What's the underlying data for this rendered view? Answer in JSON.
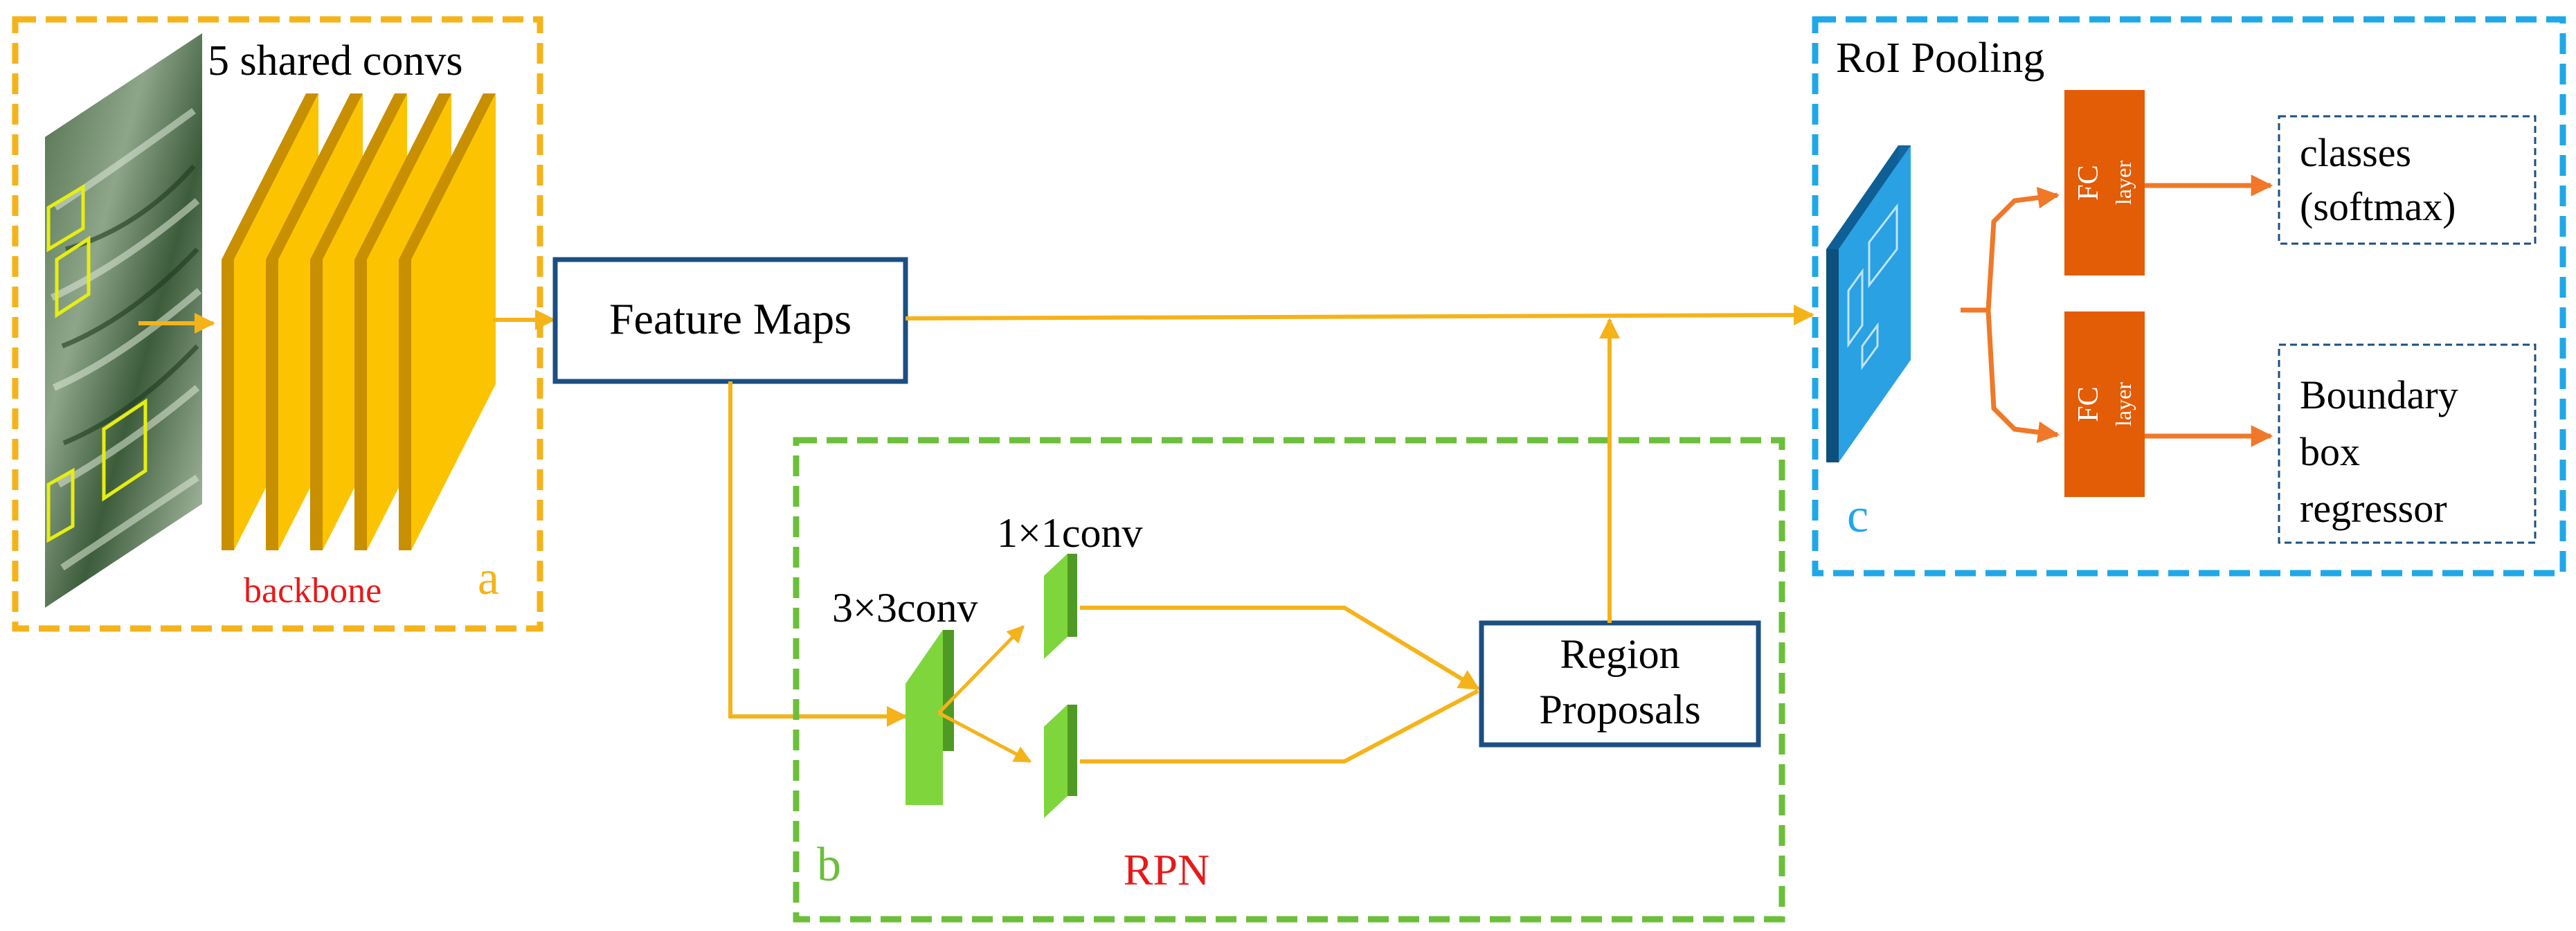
{
  "backbone_group": {
    "title": "5 shared convs",
    "name": "backbone",
    "letter": "a"
  },
  "feature_maps": {
    "label": "Feature Maps"
  },
  "rpn_group": {
    "conv3": "3×3conv",
    "conv1": "1×1conv",
    "region_proposals_line1": "Region",
    "region_proposals_line2": "Proposals",
    "name": "RPN",
    "letter": "b"
  },
  "roi_group": {
    "title": "RoI Pooling",
    "letter": "c",
    "fc_label_1": "FC",
    "fc_label_2": "layer",
    "classes_line1": "classes",
    "classes_line2": "(softmax)",
    "box_line1": "Boundary",
    "box_line2": "box",
    "box_line3": "regressor"
  },
  "colors": {
    "backbone_border": "#f5b31a",
    "rpn_border": "#6bbf3a",
    "roi_border": "#1fa8e8",
    "conv_yellow": "#fcc300",
    "conv_side": "#c88f00",
    "green_conv": "#7ed63c",
    "box_border": "#1b4f82",
    "fc_orange": "#e35c06",
    "label_red": "#e81818",
    "arrow_yellow": "#f5b31a",
    "arrow_orange": "#f07828"
  }
}
